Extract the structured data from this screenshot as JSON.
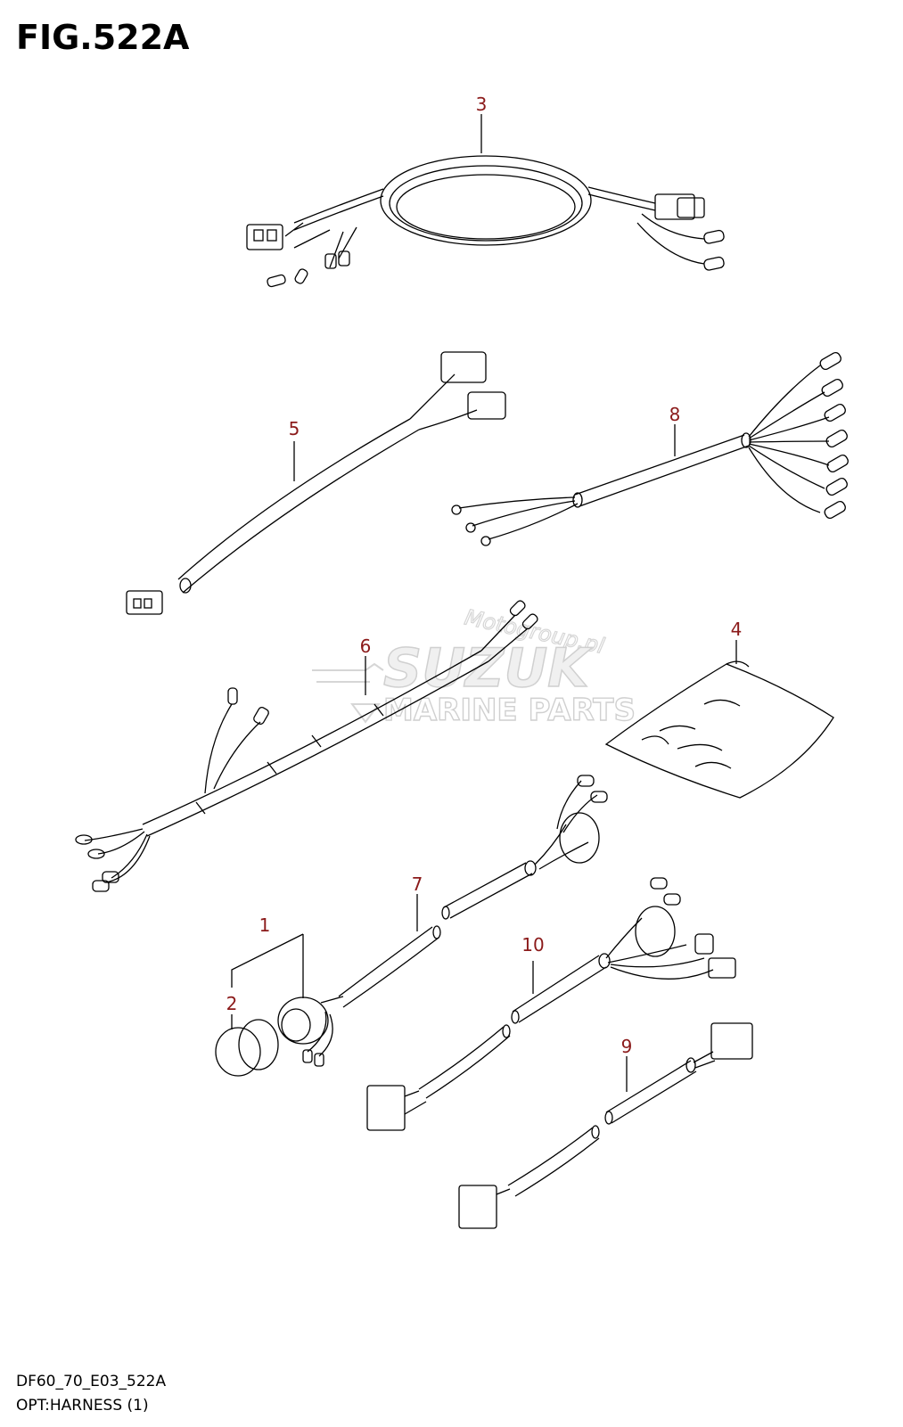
{
  "figure": {
    "title": "FIG.522A"
  },
  "footer": {
    "code": "DF60_70_E03_522A",
    "caption": "OPT:HARNESS (1)"
  },
  "watermark": {
    "site": "Motogroup.pl",
    "brand": "SUZUK",
    "subtitle": "MARINE PARTS"
  },
  "colors": {
    "callout": "#8b1a1a",
    "line": "#000000",
    "watermark": "#d0d0d0"
  },
  "callouts": {
    "p1": "1",
    "p2": "2",
    "p3": "3",
    "p4": "4",
    "p5": "5",
    "p6": "6",
    "p7": "7",
    "p8": "8",
    "p9": "9",
    "p10": "10"
  }
}
